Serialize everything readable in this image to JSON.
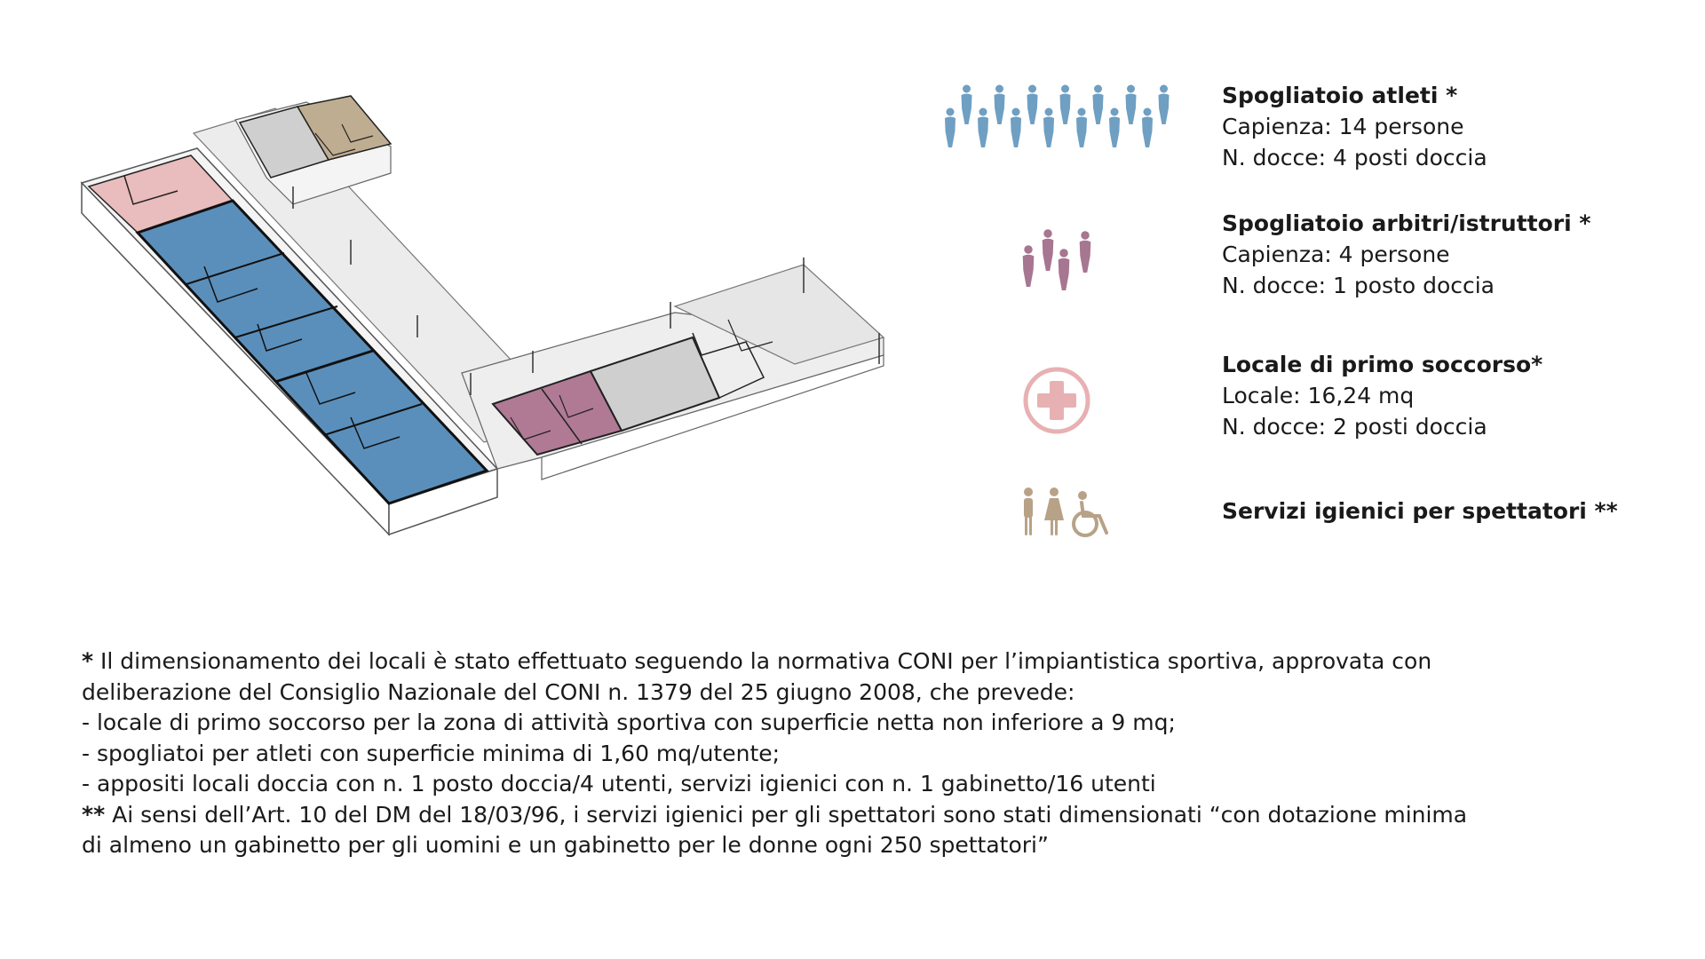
{
  "colors": {
    "athletes": "#6f9fc2",
    "referees": "#a77690",
    "first_aid": "#e7b1b3",
    "spectators": "#b8a287",
    "athletes_area": "#5b8fbb",
    "referees_area": "#b07a95",
    "first_aid_area": "#e9bcbd",
    "spectators_area": "#bfad92",
    "other_area": "#cfcfcf",
    "corridor": "#ececec"
  },
  "legend": [
    {
      "icon": "people-blue-icon",
      "count": 14,
      "title": "Spogliatoio atleti *",
      "line1": "Capienza: 14 persone",
      "line2": "N. docce: 4 posti doccia"
    },
    {
      "icon": "people-purple-icon",
      "count": 4,
      "title": "Spogliatoio arbitri/istruttori *",
      "line1": "Capienza: 4 persone",
      "line2": "N. docce: 1 posto doccia"
    },
    {
      "icon": "first-aid-cross-icon",
      "title": "Locale di primo soccorso*",
      "line1": "Locale: 16,24 mq",
      "line2": "N. docce: 2 posti doccia"
    },
    {
      "icon": "toilet-man-woman-wheelchair-icon",
      "title": "Servizi igienici per spettatori **"
    }
  ],
  "notes": {
    "line1_mark": "*",
    "line1_text": " Il dimensionamento dei locali è stato effettuato seguendo la normativa CONI per l’impiantistica sportiva, approvata con",
    "line2": "deliberazione del Consiglio Nazionale del CONI n. 1379 del 25 giugno 2008,  che prevede:",
    "line3": "- locale di primo soccorso per la zona di attività sportiva con superficie netta non inferiore a 9 mq;",
    "line4": "- spogliatoi per atleti con superficie minima di 1,60 mq/utente;",
    "line5": "- appositi locali doccia con n. 1 posto doccia/4 utenti, servizi igienici con n. 1 gabinetto/16 utenti",
    "line6_mark": "**",
    "line6_text": " Ai sensi dell’Art. 10 del DM del 18/03/96, i servizi igienici per gli spettatori sono stati dimensionati “con dotazione minima",
    "line7": "di almeno un gabinetto per  gli  uomini  e  un gabinetto  per le donne ogni 250 spettatori”"
  }
}
